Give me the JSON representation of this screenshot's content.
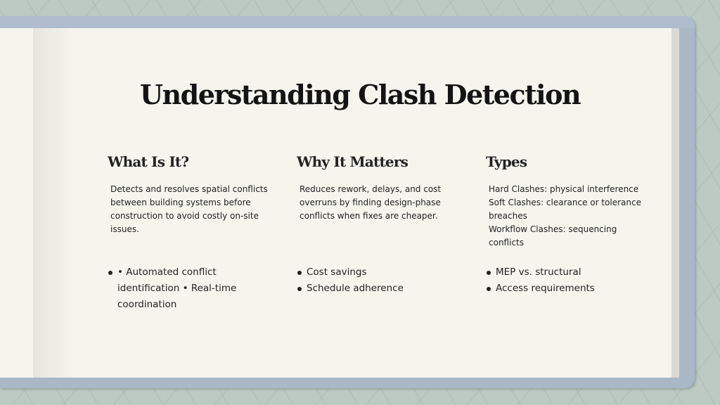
{
  "title": "Understanding Clash Detection",
  "columns": [
    {
      "heading": "What Is It?",
      "text": "Detects and resolves spatial conflicts between building systems before construction to avoid costly on-site issues.",
      "bullets": [
        "• Automated conflict identification • Real-time coordination"
      ]
    },
    {
      "heading": "Why It Matters",
      "text": "Reduces rework, delays, and cost overruns by finding design-phase conflicts when fixes are cheaper.",
      "bullets": [
        "Cost savings",
        "Schedule adherence"
      ]
    },
    {
      "heading": "Types",
      "text": "Hard Clashes: physical interference\nSoft Clashes: clearance or tolerance breaches\nWorkflow Clashes: sequencing conflicts",
      "bullets": [
        "MEP vs. structural",
        "Access requirements"
      ]
    }
  ]
}
